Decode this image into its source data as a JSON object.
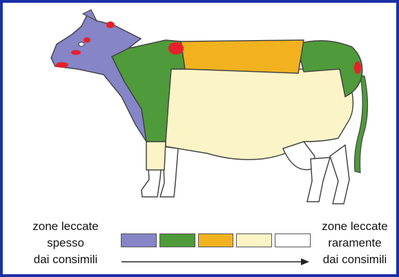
{
  "legend": {
    "left_label": [
      "zone leccate",
      "spesso",
      "dai consimili"
    ],
    "right_label": [
      "zone leccate",
      "raramente",
      "dai consimili"
    ],
    "scale_colors": [
      "#8585c8",
      "#4f9a3a",
      "#f2b21f",
      "#faf4c6",
      "#ffffff"
    ]
  },
  "colors": {
    "frame": "#1b2fa8",
    "head": "#8585c8",
    "neck_shoulder": "#4f9a3a",
    "back": "#f2b21f",
    "body": "#faf4c6",
    "legs": "#ffffff",
    "lick_spots": "#e8202a"
  }
}
